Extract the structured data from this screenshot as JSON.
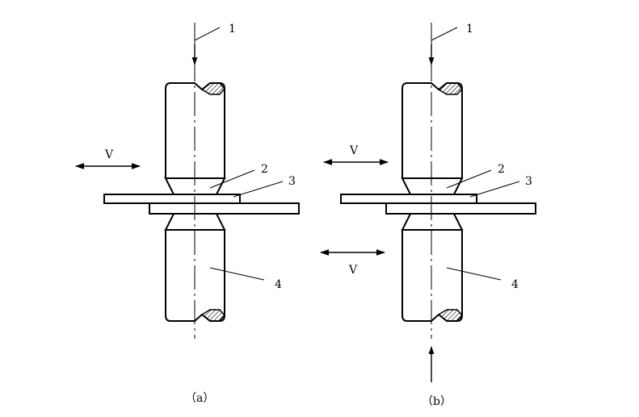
{
  "figure": {
    "panel_a": {
      "caption": "（a）",
      "labels": {
        "n1": "1",
        "n2": "2",
        "n3": "3",
        "n4": "4"
      },
      "velocity_upper": "V"
    },
    "panel_b": {
      "caption": "（b）",
      "labels": {
        "n1": "1",
        "n2": "2",
        "n3": "3",
        "n4": "4"
      },
      "velocity_upper": "V",
      "velocity_lower": "V"
    }
  }
}
